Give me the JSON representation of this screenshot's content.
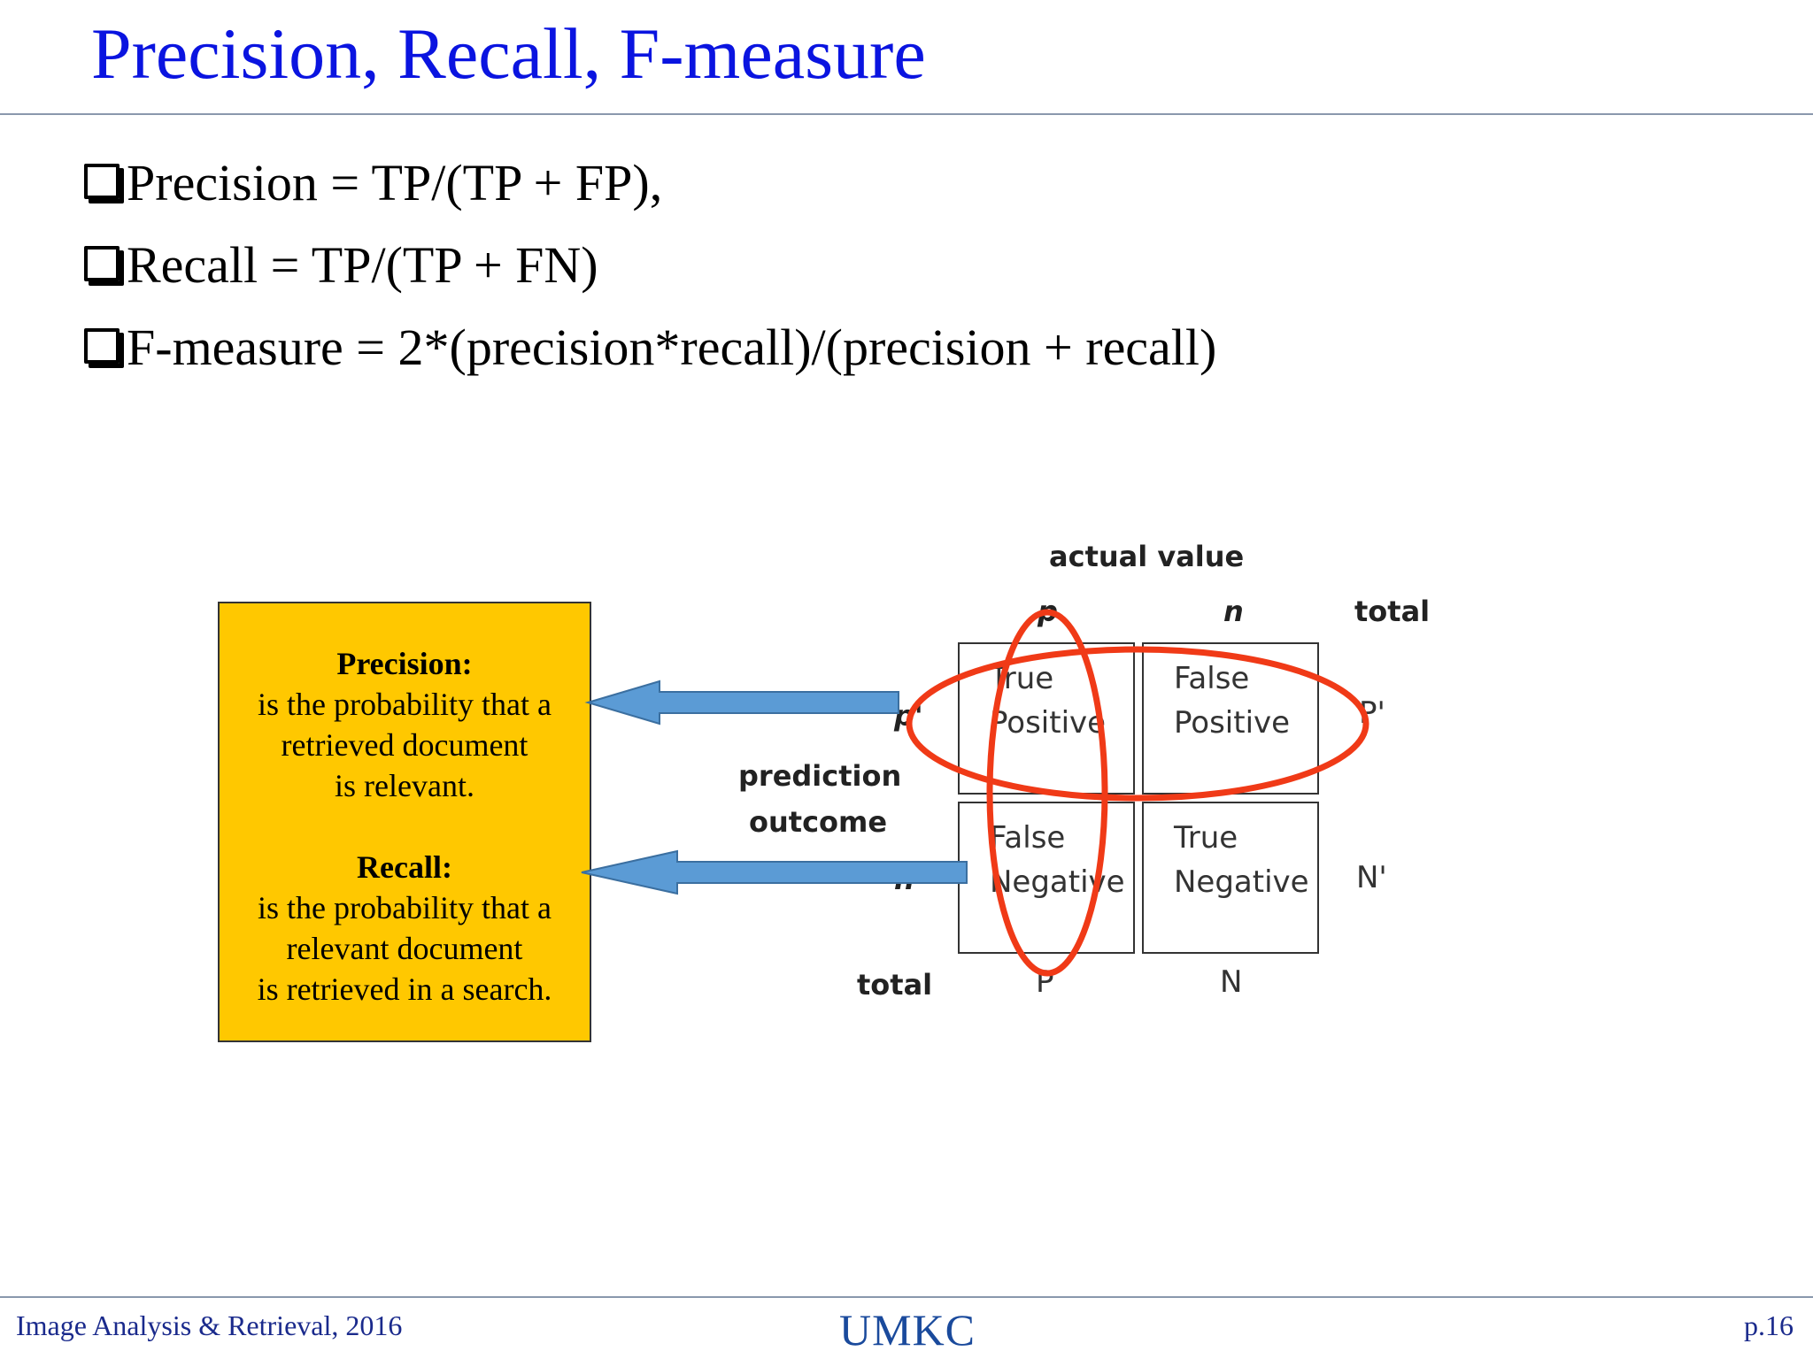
{
  "slide": {
    "title": "Precision, Recall, F-measure",
    "bullets": [
      "Precision = TP/(TP + FP),",
      "Recall = TP/(TP + FN)",
      "F-measure  = 2*(precision*recall)/(precision + recall)"
    ]
  },
  "note_box": {
    "precision_heading": "Precision:",
    "precision_lines": [
      "is the probability that a",
      "retrieved document",
      "is relevant."
    ],
    "recall_heading": "Recall:",
    "recall_lines": [
      "is the probability that a",
      "relevant document",
      "is retrieved in a search."
    ]
  },
  "matrix": {
    "actual_value_label": "actual value",
    "col_p": "p",
    "col_n": "n",
    "total_col_label": "total",
    "prediction_label_1": "prediction",
    "prediction_label_2": "outcome",
    "row_p": "p'",
    "row_n": "n'",
    "total_row_label": "total",
    "cells": {
      "tp": [
        "True",
        "Positive"
      ],
      "fp": [
        "False",
        "Positive"
      ],
      "fn": [
        "False",
        "Negative"
      ],
      "tn": [
        "True",
        "Negative"
      ]
    },
    "row_totals": [
      "P'",
      "N'"
    ],
    "col_totals": [
      "P",
      "N"
    ]
  },
  "colors": {
    "title": "#0a14e0",
    "note_fill": "#ffc800",
    "arrow_fill": "#5b9bd5",
    "ellipse_stroke": "#f03a17"
  },
  "footer": {
    "left": "Image Analysis & Retrieval, 2016",
    "logo": "UMKC",
    "right": "p.16"
  }
}
